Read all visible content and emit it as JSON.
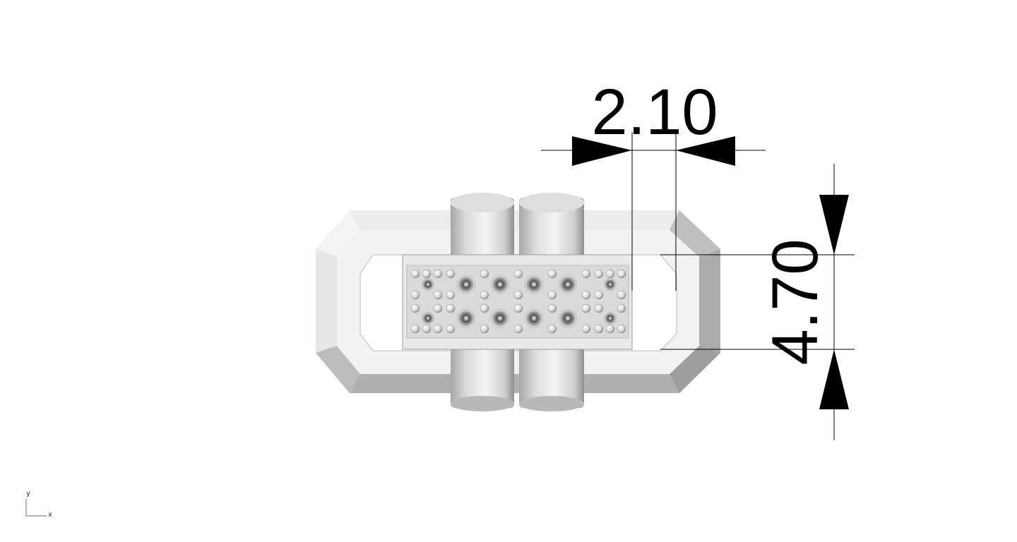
{
  "viewport": {
    "dimensions": {
      "horizontal": {
        "value": "2.10"
      },
      "vertical": {
        "value": "4.70"
      }
    },
    "axis_indicator": {
      "x_label": "x",
      "y_label": "y"
    }
  }
}
